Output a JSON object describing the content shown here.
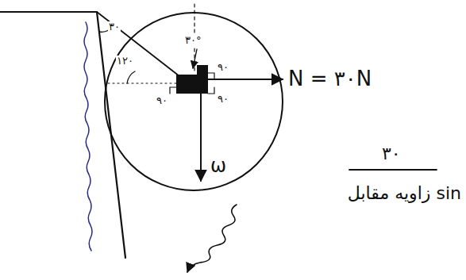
{
  "diagram": {
    "labels": [
      "۳۰",
      "۱۲۰",
      "۳۰°",
      "۹۰",
      "۹۰",
      "۹۰",
      "N = ۳۰N",
      "ω",
      "۳۰",
      "sin زاویه مقابل"
    ]
  }
}
